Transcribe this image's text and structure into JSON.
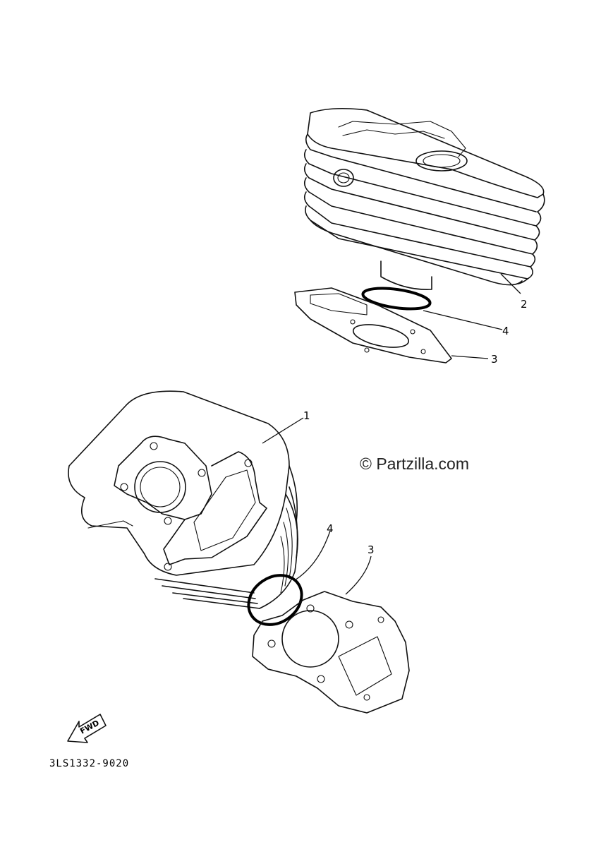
{
  "diagram": {
    "callouts": {
      "cylinder_top_1": "2",
      "oring_top": "4",
      "gasket_top": "3",
      "cylinder_bottom": "1",
      "oring_bottom": "4",
      "gasket_bottom": "3"
    },
    "watermark": "© Partzilla.com",
    "fwd_label": "FWD",
    "part_code": "3LS1332-9020"
  }
}
